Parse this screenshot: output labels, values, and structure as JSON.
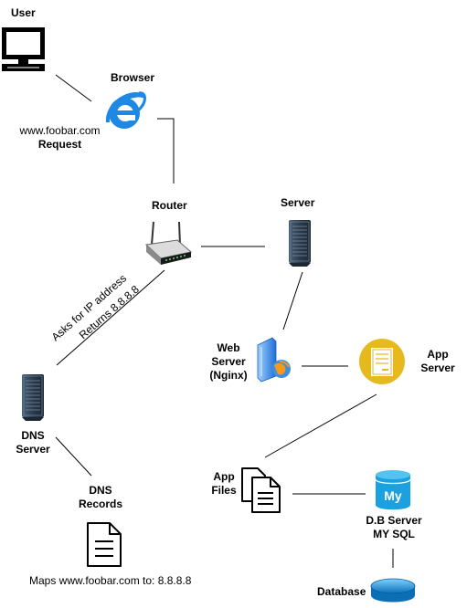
{
  "nodes": {
    "user": {
      "label": "User",
      "icon": "desktop-monitor-icon"
    },
    "browser": {
      "label": "Browser",
      "icon": "internet-explorer-icon"
    },
    "request": {
      "line1": "www.foobar.com",
      "line2": "Request"
    },
    "router": {
      "label": "Router",
      "icon": "router-icon"
    },
    "server": {
      "label": "Server",
      "icon": "server-rack-icon"
    },
    "dns_server": {
      "line1": "DNS",
      "line2": "Server",
      "icon": "server-rack-icon"
    },
    "dns_records": {
      "line1": "DNS",
      "line2": "Records",
      "icon": "document-icon"
    },
    "web_server": {
      "line1": "Web",
      "line2": "Server",
      "line3": "(Nginx)",
      "icon": "web-server-icon"
    },
    "app_server": {
      "line1": "App",
      "line2": "Server",
      "icon": "app-server-icon",
      "color": "#e6b91e"
    },
    "app_files": {
      "line1": "App",
      "line2": "Files",
      "icon": "files-icon"
    },
    "db_server": {
      "line1": "D.B Server",
      "line2": "MY SQL",
      "icon": "mysql-database-icon",
      "color": "#1ba1e2"
    },
    "database": {
      "label": "Database",
      "icon": "database-disk-icon",
      "color": "#1ba1e2"
    }
  },
  "edge_labels": {
    "asks": "Asks for IP address",
    "returns": "Returns 8.8.8.8",
    "maps": "Maps www.foobar.com to: 8.8.8.8"
  },
  "colors": {
    "line": "#000000",
    "ie_blue": "#1e88e5",
    "server_dark": "#2b3a4a",
    "app_gold": "#e6b91e",
    "db_blue": "#1ba1e2"
  }
}
